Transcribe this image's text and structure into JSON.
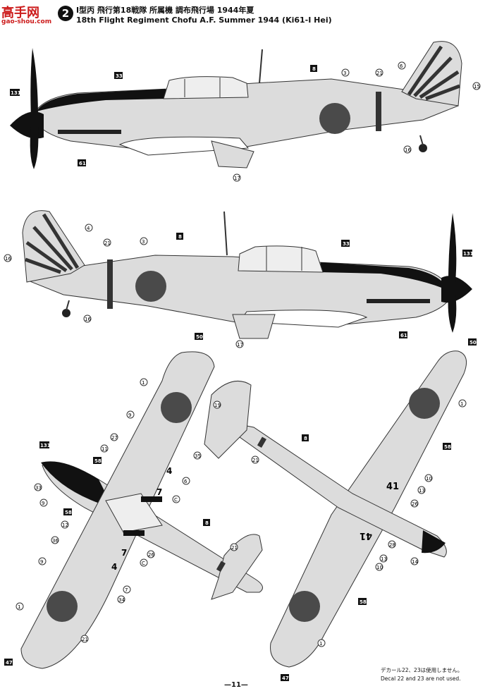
{
  "watermark": {
    "cn": "高手网",
    "url": "gao-shou.com"
  },
  "header": {
    "step": "2",
    "title_jp": "Ⅰ型丙 飛行第18戦隊 所属機 調布飛行場 1944年夏",
    "title_en": "18th Flight Regiment Chofu A.F. Summer 1944 (Ki61-I Hei)"
  },
  "labels": {
    "v1": {
      "l131": "131",
      "l33": "33",
      "l8": "8",
      "l3": "3",
      "l21": "21",
      "l6": "6",
      "l15": "15",
      "l61": "61",
      "l17": "17",
      "l16": "16"
    },
    "v2": {
      "l16": "16",
      "l4": "4",
      "l21": "21",
      "l3": "3",
      "l8": "8",
      "l33": "33",
      "l131": "131",
      "l16b": "16",
      "l17": "17",
      "l61": "61",
      "l50": "50"
    },
    "v3": {
      "l50": "50",
      "l1a": "1",
      "l19": "19",
      "l9a": "9",
      "l27": "27",
      "l11": "11",
      "l35": "35",
      "l58": "58",
      "l131": "131",
      "l33": "33",
      "l6": "6",
      "l9b": "9",
      "l58b": "58",
      "l12": "12",
      "lC1": "C",
      "l8": "8",
      "l36": "36",
      "l9c": "9",
      "l26": "26",
      "lC2": "C",
      "l21": "21",
      "l7": "7",
      "l34": "34",
      "l1b": "1",
      "l21b": "21",
      "l47": "47",
      "mk4a": "4",
      "mk7a": "7",
      "mk7b": "7",
      "mk4b": "4"
    },
    "v4": {
      "l50": "50",
      "l1a": "1",
      "l8": "8",
      "l58": "58",
      "l21": "21",
      "l10a": "10",
      "l13a": "13",
      "l26": "26",
      "l28": "28",
      "l13b": "13",
      "l10b": "10",
      "l14": "14",
      "l58b": "58",
      "l1b": "1",
      "l47": "47",
      "mk41a": "41",
      "mk41b": "41"
    }
  },
  "footer": {
    "note_jp": "デカール22、23は使用しません。",
    "note_en": "Decal 22 and 23 are not used.",
    "page": "—11—"
  },
  "colors": {
    "aircraft": "#dcdcdc",
    "hinomaru": "#4a4a4a",
    "anti_glare": "#111111",
    "label_box": "#111111",
    "outline": "#333333"
  }
}
